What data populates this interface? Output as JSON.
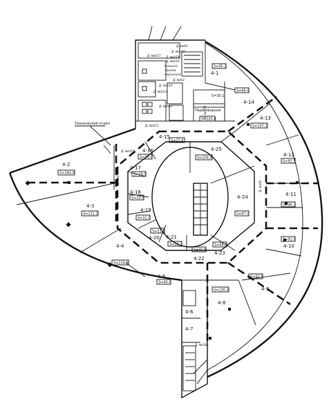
{
  "rooms": [
    {
      "id": "4-1",
      "label": "4-1",
      "area": "S=66.0"
    },
    {
      "id": "4-2",
      "label": "4-2",
      "area": "S=184.0"
    },
    {
      "id": "4-3",
      "label": "4-3",
      "area": "S=131.2"
    },
    {
      "id": "4-4",
      "label": "4-4",
      "area": "S=116.6"
    },
    {
      "id": "4-5",
      "label": "4-5",
      "area": "S=40.0"
    },
    {
      "id": "4-6",
      "label": "4-6",
      "area": ""
    },
    {
      "id": "4-7",
      "label": "4-7",
      "area": ""
    },
    {
      "id": "4-8",
      "label": "4-8",
      "area": "S=136.3"
    },
    {
      "id": "4-9",
      "label": "4-9",
      "area": "S=92.5"
    },
    {
      "id": "4-10",
      "label": "4-10",
      "area": "S=91.0"
    },
    {
      "id": "4-11",
      "label": "4-11",
      "area": "S=96.3"
    },
    {
      "id": "4-12",
      "label": "4-12",
      "area": "S=92.5"
    },
    {
      "id": "4-13",
      "label": "4-13",
      "area": "S=107.2"
    },
    {
      "id": "4-14",
      "label": "4-14",
      "area": ""
    },
    {
      "id": "4-15",
      "label": "4-15",
      "area": "S=27.6"
    },
    {
      "id": "4-16",
      "label": "4-16",
      "area": "S=19.0"
    },
    {
      "id": "4-17",
      "label": "4-17",
      "area": "S=29.5"
    },
    {
      "id": "4-18",
      "label": "4-18",
      "area": "S=33.5"
    },
    {
      "id": "4-19",
      "label": "4-19",
      "area": "S=31.0"
    },
    {
      "id": "4-20",
      "label": "4-20",
      "area": "S=21.3"
    },
    {
      "id": "4-21",
      "label": "4-21",
      "area": "S=22.3"
    },
    {
      "id": "4-22",
      "label": "4-22",
      "area": "S=31.6"
    },
    {
      "id": "4-23",
      "label": "4-23",
      "area": "S=68.0"
    },
    {
      "id": "4-24",
      "label": "4-24",
      "area": "S=97.0"
    },
    {
      "id": "4-25",
      "label": "4-25",
      "area": "S=104.0"
    }
  ],
  "extra_areas": {
    "s_95": "S=95.2",
    "s_30": "S=30.1",
    "s_66_b": "S=66.0",
    "s_100": "S=100.8"
  },
  "labels": {
    "tech_area": "Технический отдел",
    "prep_room": "Переговорная",
    "komnata": "Комната",
    "zhurnaly": "приема",
    "personal": "персонала"
  },
  "doors": {
    "d_4_1": "Д. №4/1",
    "d_4_2": "Д. №4/2",
    "d_4_6": "Д. №4/6",
    "d_4_8": "Д. №4/8",
    "d_4_9": "Д. №4/9",
    "d_4_10": "Д. №4/10",
    "d_4_11": "Д. №4/11",
    "d_4_12": "Д. №4/12",
    "d_4_13": "Д. №4/13",
    "d_4_14": "Д. №4/14",
    "d_4_15": "Д. №4/15",
    "d_4_16": "Д. №4/16",
    "d_4_17": "Д. №4/17",
    "d_4_18": "Д. №4/18",
    "d_4_19": "Д. №4/19"
  }
}
